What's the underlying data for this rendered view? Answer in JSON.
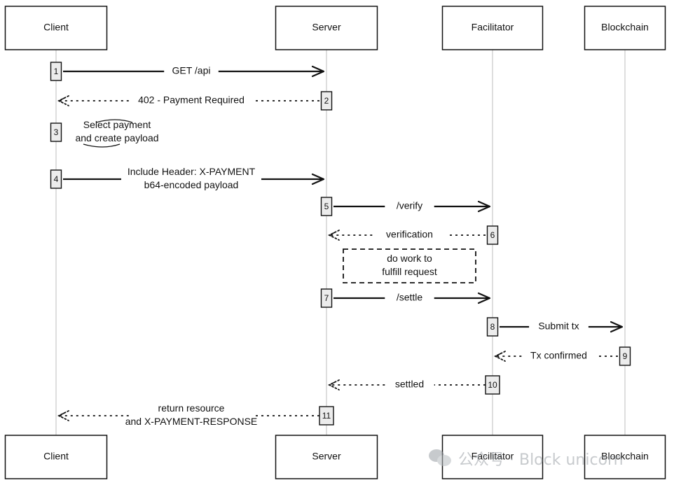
{
  "participants": [
    {
      "id": "client",
      "label": "Client"
    },
    {
      "id": "server",
      "label": "Server"
    },
    {
      "id": "facilitator",
      "label": "Facilitator"
    },
    {
      "id": "blockchain",
      "label": "Blockchain"
    }
  ],
  "messages": [
    {
      "step": "1",
      "from": "client",
      "to": "server",
      "style": "solid",
      "lines": [
        "GET /api"
      ]
    },
    {
      "step": "2",
      "from": "server",
      "to": "client",
      "style": "dashed",
      "lines": [
        "402 - Payment Required"
      ]
    },
    {
      "step": "3",
      "from": "client",
      "to": "client",
      "style": "self",
      "lines": [
        "Select payment",
        "and create payload"
      ]
    },
    {
      "step": "4",
      "from": "client",
      "to": "server",
      "style": "solid",
      "lines": [
        "Include Header: X-PAYMENT",
        "b64-encoded payload"
      ]
    },
    {
      "step": "5",
      "from": "server",
      "to": "facilitator",
      "style": "solid",
      "lines": [
        "/verify"
      ]
    },
    {
      "step": "6",
      "from": "facilitator",
      "to": "server",
      "style": "dashed",
      "lines": [
        "verification"
      ]
    },
    {
      "step": "",
      "from": "server",
      "to": "facilitator",
      "style": "note",
      "lines": [
        "do work to",
        "fulfill request"
      ]
    },
    {
      "step": "7",
      "from": "server",
      "to": "facilitator",
      "style": "solid",
      "lines": [
        "/settle"
      ]
    },
    {
      "step": "8",
      "from": "facilitator",
      "to": "blockchain",
      "style": "solid",
      "lines": [
        "Submit tx"
      ]
    },
    {
      "step": "9",
      "from": "blockchain",
      "to": "facilitator",
      "style": "dashed",
      "lines": [
        "Tx confirmed"
      ]
    },
    {
      "step": "10",
      "from": "facilitator",
      "to": "server",
      "style": "dashed",
      "lines": [
        "settled"
      ]
    },
    {
      "step": "11",
      "from": "server",
      "to": "client",
      "style": "dashed",
      "lines": [
        "return resource",
        "and X-PAYMENT-RESPONSE"
      ]
    }
  ],
  "watermark": {
    "text": "公众号 · Block unicorn",
    "icon": "wechat-icon"
  }
}
